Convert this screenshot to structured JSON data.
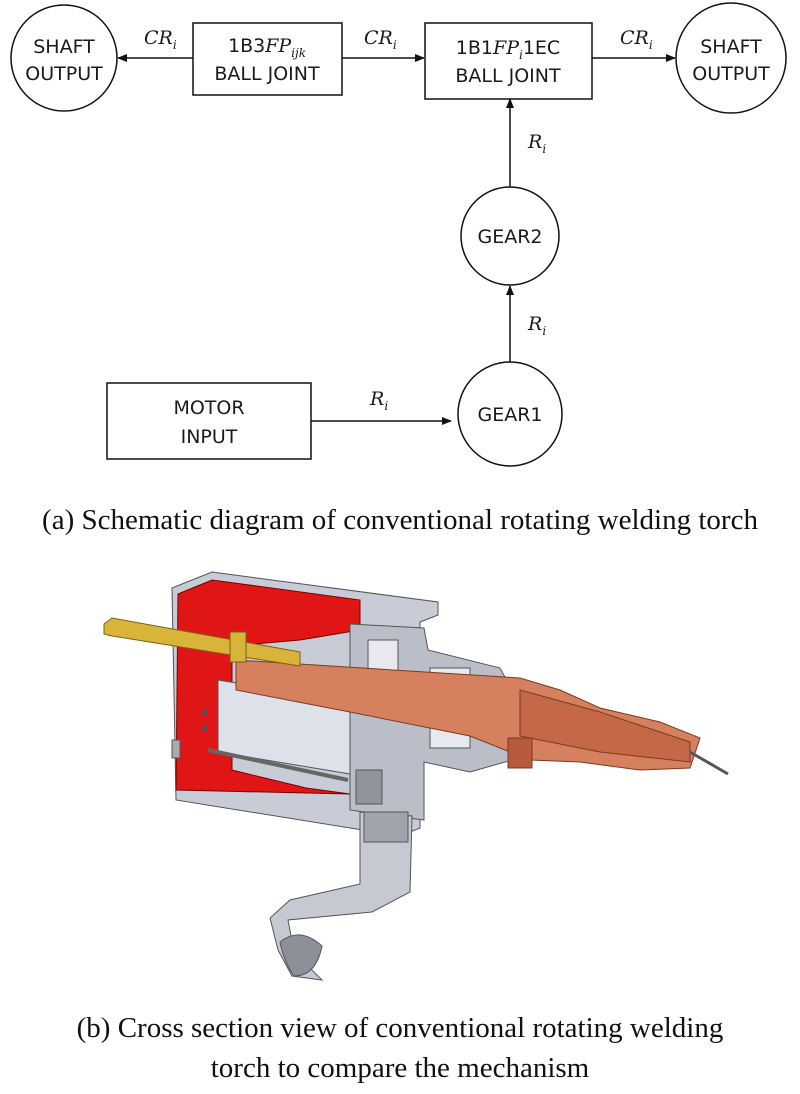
{
  "diagram": {
    "nodes": {
      "shaft_left": {
        "line1": "SHAFT",
        "line2": "OUTPUT"
      },
      "joint_a": {
        "prefix": "1B3",
        "math": "FP",
        "sub": "ijk",
        "line2": "BALL JOINT"
      },
      "joint_b": {
        "prefix": "1B1",
        "math": "FP",
        "sub": "i",
        "suffix": "1EC",
        "line2": "BALL JOINT"
      },
      "shaft_right": {
        "line1": "SHAFT",
        "line2": "OUTPUT"
      },
      "gear2": {
        "label": "GEAR2"
      },
      "gear1": {
        "label": "GEAR1"
      },
      "motor": {
        "line1": "MOTOR",
        "line2": "INPUT"
      }
    },
    "edges": [
      {
        "id": "a_to_shaft_left",
        "main": "CR",
        "sub": "i"
      },
      {
        "id": "a_to_b",
        "main": "CR",
        "sub": "i"
      },
      {
        "id": "b_to_shaft_right",
        "main": "CR",
        "sub": "i"
      },
      {
        "id": "gear2_to_b",
        "main": "R",
        "sub": "i"
      },
      {
        "id": "gear1_to_gear2",
        "main": "R",
        "sub": "i"
      },
      {
        "id": "motor_to_gear1",
        "main": "R",
        "sub": "i"
      }
    ]
  },
  "captions": {
    "a": "(a) Schematic diagram of conventional rotating welding torch",
    "b_line1": "(b) Cross section view of conventional rotating welding",
    "b_line2": "torch to compare the mechanism"
  }
}
